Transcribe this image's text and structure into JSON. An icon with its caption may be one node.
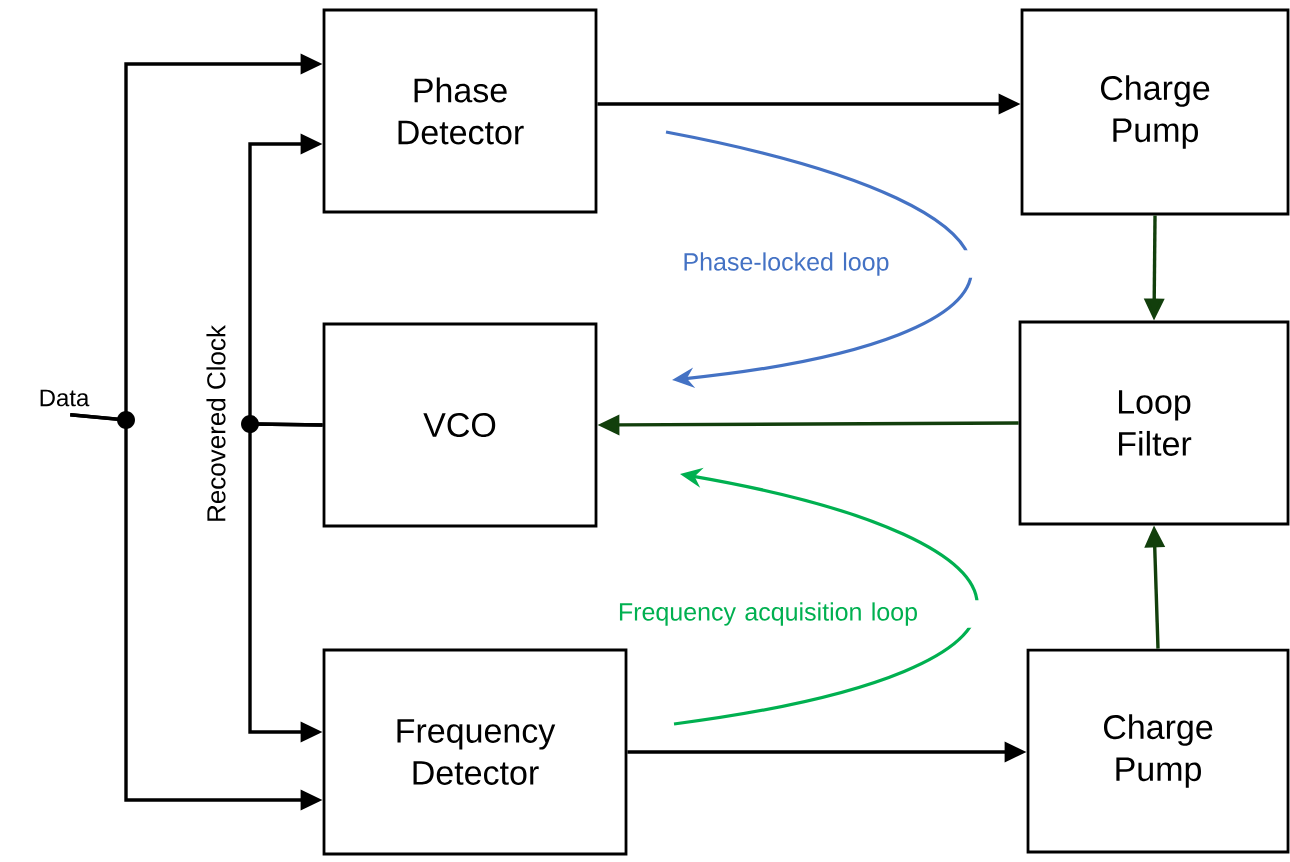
{
  "diagram": {
    "nodes": [
      {
        "text": [
          "Phase Detector"
        ]
      },
      {
        "text": [
          "Charge Pump"
        ]
      },
      {
        "text": [
          "Data"
        ]
      },
      {
        "text": [
          "VCO"
        ]
      },
      {
        "text": [
          "Loop Filter"
        ]
      },
      {
        "text": [
          "Frequency Detector"
        ]
      },
      {
        "text": [
          "Charge Pump"
        ]
      }
    ],
    "edges": [
      {
        "from": 2,
        "to": 0,
        "arrow": "to"
      },
      {
        "from": 2,
        "to": 5,
        "arrow": "to"
      },
      {
        "from": 3,
        "to": 0,
        "arrow": "to"
      },
      {
        "from": 3,
        "to": 5,
        "arrow": "to"
      },
      {
        "from": 0,
        "to": 1,
        "arrow": "to"
      },
      {
        "from": 1,
        "to": 4,
        "arrow": "to",
        "color": "#123f0c"
      },
      {
        "from": 4,
        "to": 3,
        "arrow": "to",
        "color": "#123f0c"
      },
      {
        "from": 5,
        "to": 6,
        "arrow": "to"
      },
      {
        "from": 6,
        "to": 4,
        "arrow": "to",
        "color": "#123f0c"
      }
    ],
    "labels": [
      "Recovered Clock",
      "Phase-locked loop",
      "Frequency acquisition loop"
    ]
  }
}
